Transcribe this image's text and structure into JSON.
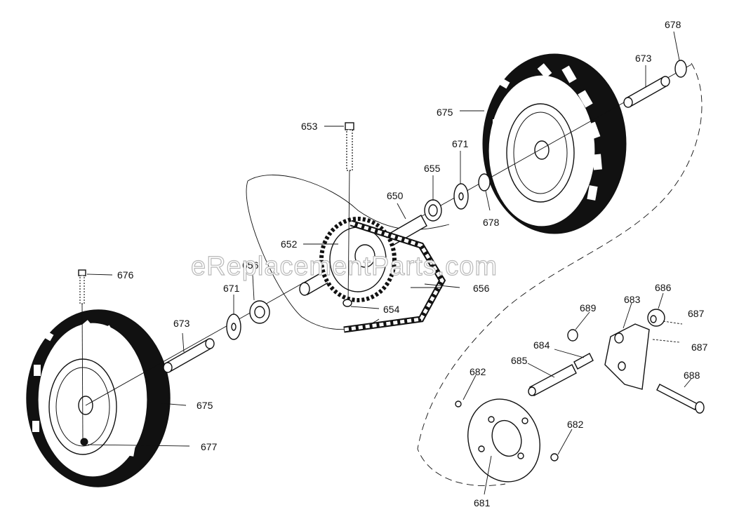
{
  "watermark": "eReplacementParts.com",
  "callouts": {
    "c653": "653",
    "c655": "655",
    "c671_top": "671",
    "c650": "650",
    "c678_mid": "678",
    "c675_top": "675",
    "c673_top": "673",
    "c678_top": "678",
    "c652": "652",
    "c656_upper": "656",
    "c656_right": "656",
    "c654": "654",
    "c676": "676",
    "c671_left": "671",
    "c673_left": "673",
    "c675_left": "675",
    "c677": "677",
    "c689": "689",
    "c683": "683",
    "c686": "686",
    "c687_upper": "687",
    "c687_lower": "687",
    "c684": "684",
    "c685": "685",
    "c682_left": "682",
    "c682_right": "682",
    "c688": "688",
    "c681": "681"
  }
}
